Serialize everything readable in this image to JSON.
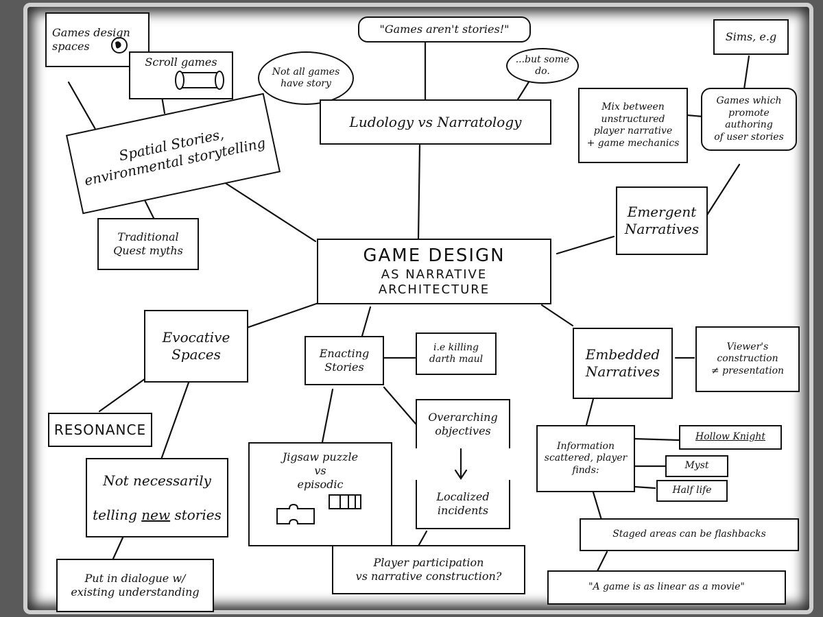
{
  "diagram": {
    "center": {
      "line1": "GAME DESIGN",
      "line2": "AS NARRATIVE ARCHITECTURE"
    },
    "nodes": {
      "games_design_spaces": "Games design\nspaces",
      "scroll_games": "Scroll games",
      "spatial_stories": "Spatial Stories,\nenvironmental storytelling",
      "traditional_quest": "Traditional\nQuest myths",
      "games_arent_stories": "\"Games aren't stories!\"",
      "not_all_games": "Not all games\nhave story",
      "but_some_do": "...but some\ndo.",
      "ludology": "Ludology  vs  Narratology",
      "sims": "Sims, e.g",
      "mix_between": "Mix between\nunstructured\nplayer narrative\n+ game mechanics",
      "games_which": "Games which\npromote authoring\nof user stories",
      "emergent": "Emergent\nNarratives",
      "evocative": "Evocative\nSpaces",
      "resonance": "RESONANCE",
      "not_necessarily_1": "Not necessarily",
      "not_necessarily_2a": "telling ",
      "not_necessarily_2b": "new",
      "not_necessarily_2c": " stories",
      "put_in_dialogue": "Put in dialogue w/\nexisting understanding",
      "enacting": "Enacting\nStories",
      "killing_darth": "i.e killing\ndarth maul",
      "jigsaw": "Jigsaw puzzle\nvs\nepisodic",
      "overarching": "Overarching\nobjectives",
      "localized": "Localized\nincidents",
      "player_participation": "Player participation\nvs narrative construction?",
      "embedded": "Embedded\nNarratives",
      "viewers_construction": "Viewer's\nconstruction\n≠ presentation",
      "information_scattered": "Information\nscattered, player\nfinds:",
      "hollow_knight": "Hollow Knight",
      "myst": "Myst",
      "half_life": "Half life",
      "staged_areas": "Staged  areas   can be flashbacks",
      "a_game_is": "\"A game is as linear as a movie\""
    }
  }
}
